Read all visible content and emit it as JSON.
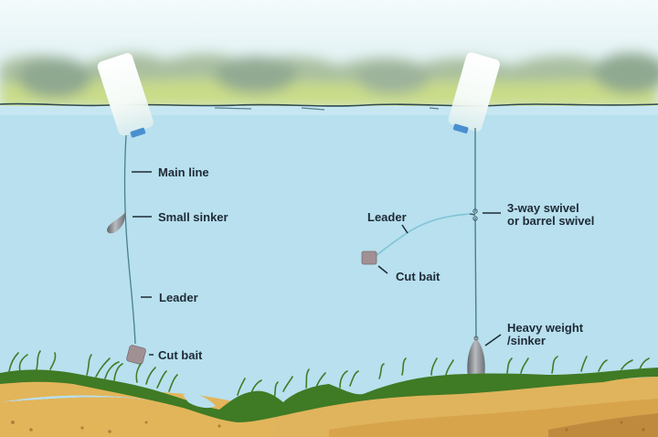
{
  "diagram": {
    "subject": "Bank fishing rigs with floating bottle markers",
    "colors": {
      "sky": "#eef8fa",
      "treeline": "#b9cf9a",
      "water": "#b8e0ee",
      "water_surface_line": "#2f4a52",
      "line": "#4a7f8c",
      "leader_right": "#7fc4d8",
      "bottle": "#fbfdfb",
      "bottle_cap": "#4a8fd0",
      "sinker": "#7c7f84",
      "bait": "#a09094",
      "weed": "#3f7d2a",
      "grass": "#3f7a25",
      "sand_light": "#e2b55a",
      "sand_mid": "#d1a048",
      "soil_dark": "#b9823a",
      "label_text": "#1e2a36"
    },
    "left_rig": {
      "labels": {
        "main_line": "Main line",
        "small_sinker": "Small sinker",
        "leader": "Leader",
        "cut_bait": "Cut bait"
      }
    },
    "right_rig": {
      "labels": {
        "leader": "Leader",
        "swivel_line1": "3-way swivel",
        "swivel_line2": "or barrel swivel",
        "cut_bait": "Cut bait",
        "weight_line1": "Heavy weight",
        "weight_line2": "/sinker"
      }
    }
  }
}
